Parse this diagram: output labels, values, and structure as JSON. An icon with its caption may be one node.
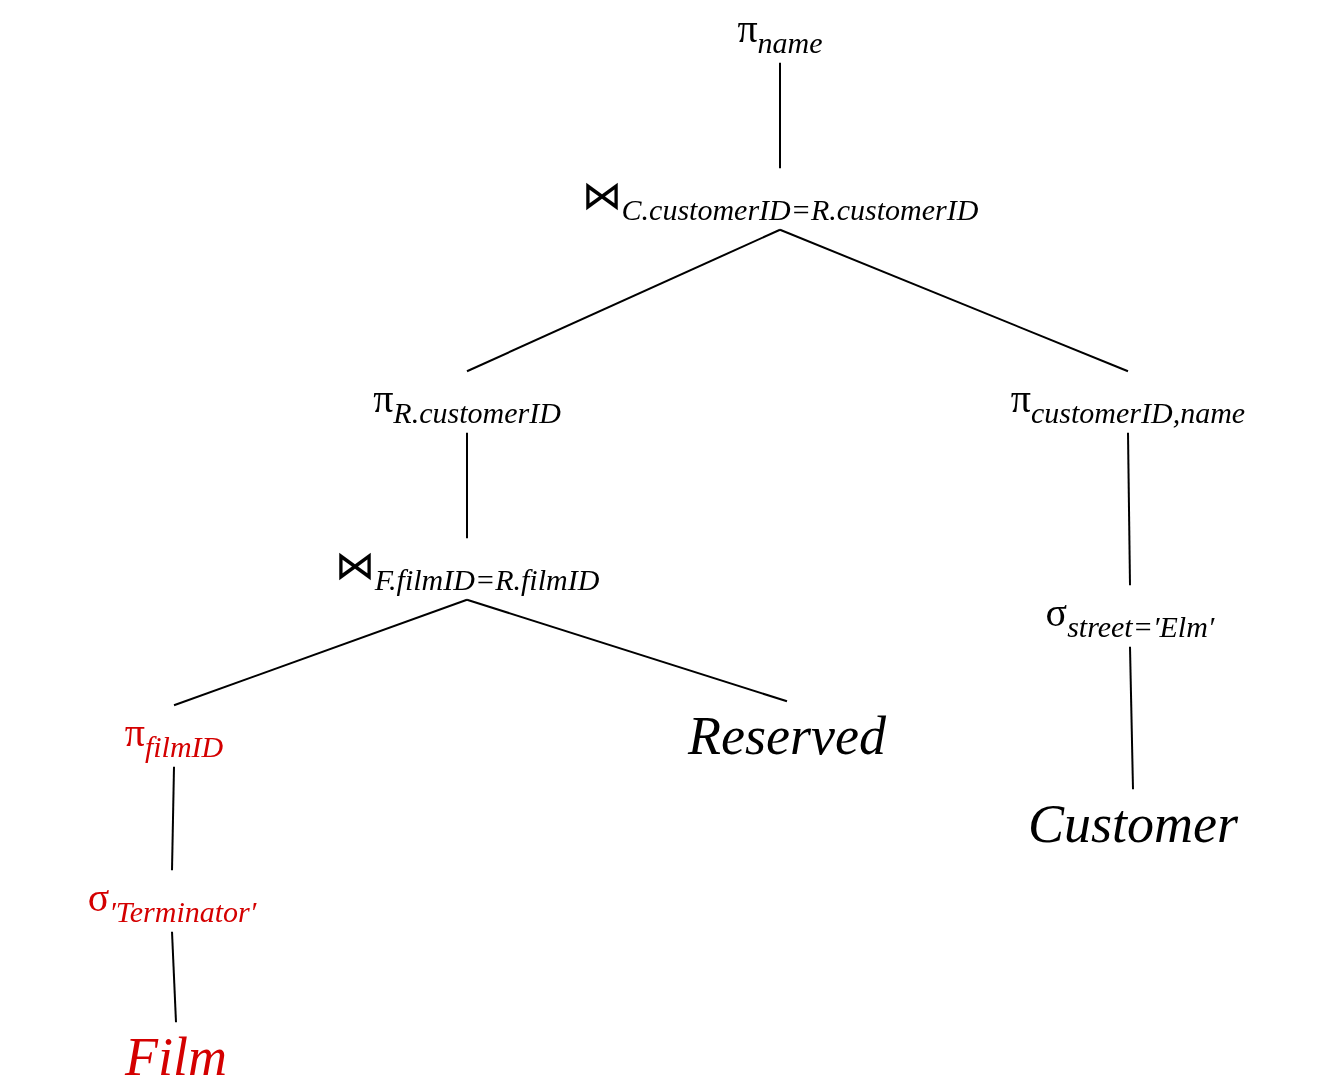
{
  "diagram": {
    "nodes": [
      {
        "text": [
          "π$_{name}$"
        ]
      },
      {
        "text": [
          "⋈$_{C.customerID=R.customerID}$"
        ]
      },
      {
        "text": [
          "π$_{R.customerID}$"
        ]
      },
      {
        "text": [
          "π$_{customerID,name}$"
        ]
      },
      {
        "text": [
          "⋈$_{F.filmID=R.filmID}$"
        ]
      },
      {
        "text": [
          "σ$_{street=′Elm′}$"
        ]
      },
      {
        "text": [
          "π$_{filmID}$"
        ]
      },
      {
        "text": [
          "Reserved"
        ]
      },
      {
        "text": [
          "σ$_{′Terminator′}$"
        ]
      },
      {
        "text": [
          "Customer"
        ]
      },
      {
        "text": [
          "Film"
        ]
      }
    ],
    "edges": [
      {
        "from": 0,
        "to": 1,
        "arrow": "none"
      },
      {
        "from": 1,
        "to": 2,
        "arrow": "none"
      },
      {
        "from": 1,
        "to": 3,
        "arrow": "none"
      },
      {
        "from": 2,
        "to": 4,
        "arrow": "none"
      },
      {
        "from": 3,
        "to": 5,
        "arrow": "none"
      },
      {
        "from": 4,
        "to": 6,
        "arrow": "none"
      },
      {
        "from": 4,
        "to": 7,
        "arrow": "none"
      },
      {
        "from": 5,
        "to": 9,
        "arrow": "none"
      },
      {
        "from": 6,
        "to": 8,
        "arrow": "none"
      },
      {
        "from": 8,
        "to": 10,
        "arrow": "none"
      }
    ]
  }
}
